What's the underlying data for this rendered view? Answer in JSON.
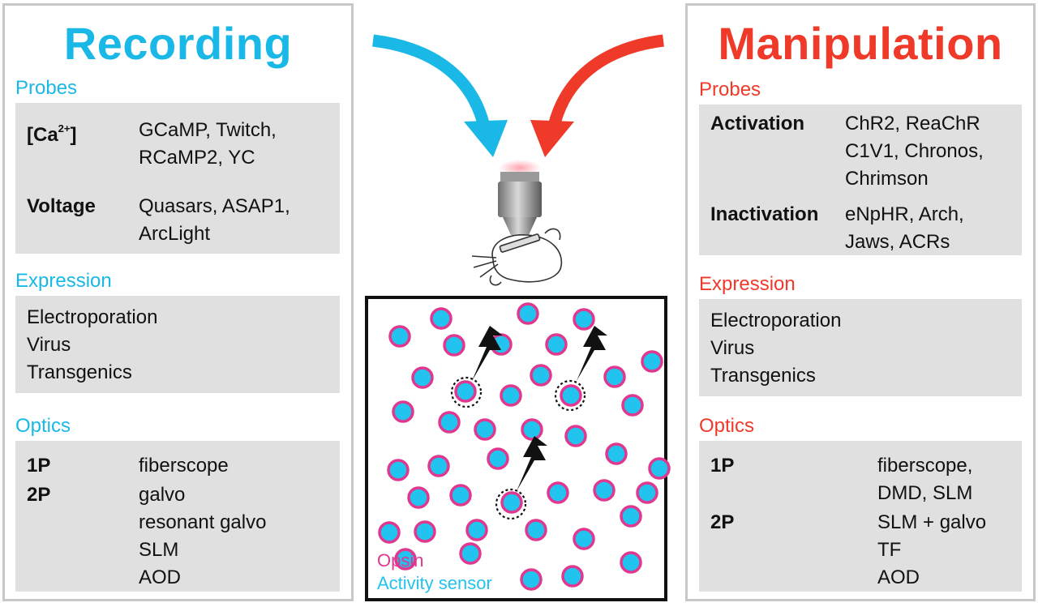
{
  "recording": {
    "title": "Recording",
    "probes_heading": "Probes",
    "probes": [
      {
        "key": "[Ca",
        "sup": "2+",
        "key_end": "]",
        "lines": [
          "GCaMP, Twitch,",
          "RCaMP2, YC"
        ]
      },
      {
        "key": "Voltage",
        "lines": [
          "Quasars, ASAP1,",
          "ArcLight"
        ]
      }
    ],
    "expression_heading": "Expression",
    "expression": [
      "Electroporation",
      "Virus",
      "Transgenics"
    ],
    "optics_heading": "Optics",
    "optics": [
      {
        "key": "1P",
        "lines": [
          "fiberscope"
        ]
      },
      {
        "key": "2P",
        "lines": [
          "galvo",
          "resonant galvo",
          "SLM",
          "AOD"
        ]
      }
    ]
  },
  "manipulation": {
    "title": "Manipulation",
    "probes_heading": "Probes",
    "probes": [
      {
        "key": "Activation",
        "lines": [
          "ChR2, ReaChR",
          "C1V1, Chronos,",
          "Chrimson"
        ]
      },
      {
        "key": "Inactivation",
        "lines": [
          "eNpHR, Arch,",
          "Jaws, ACRs"
        ]
      }
    ],
    "expression_heading": "Expression",
    "expression": [
      "Electroporation",
      "Virus",
      "Transgenics"
    ],
    "optics_heading": "Optics",
    "optics": [
      {
        "key": "1P",
        "lines": [
          "fiberscope,",
          "DMD, SLM"
        ]
      },
      {
        "key": "2P",
        "lines": [
          "SLM + galvo",
          "TF",
          "AOD"
        ]
      }
    ]
  },
  "legend": {
    "opsin": "Opsin",
    "sensor": "Activity sensor"
  },
  "colors": {
    "recording": "#1ab8e6",
    "manipulation": "#ef3a2a",
    "opsin": "#e0388f",
    "sensor": "#22c3ee"
  },
  "icons": [
    "down-curved-arrow-icon",
    "microscope-objective-icon",
    "mouse-icon",
    "lightning-bolt-icon"
  ]
}
